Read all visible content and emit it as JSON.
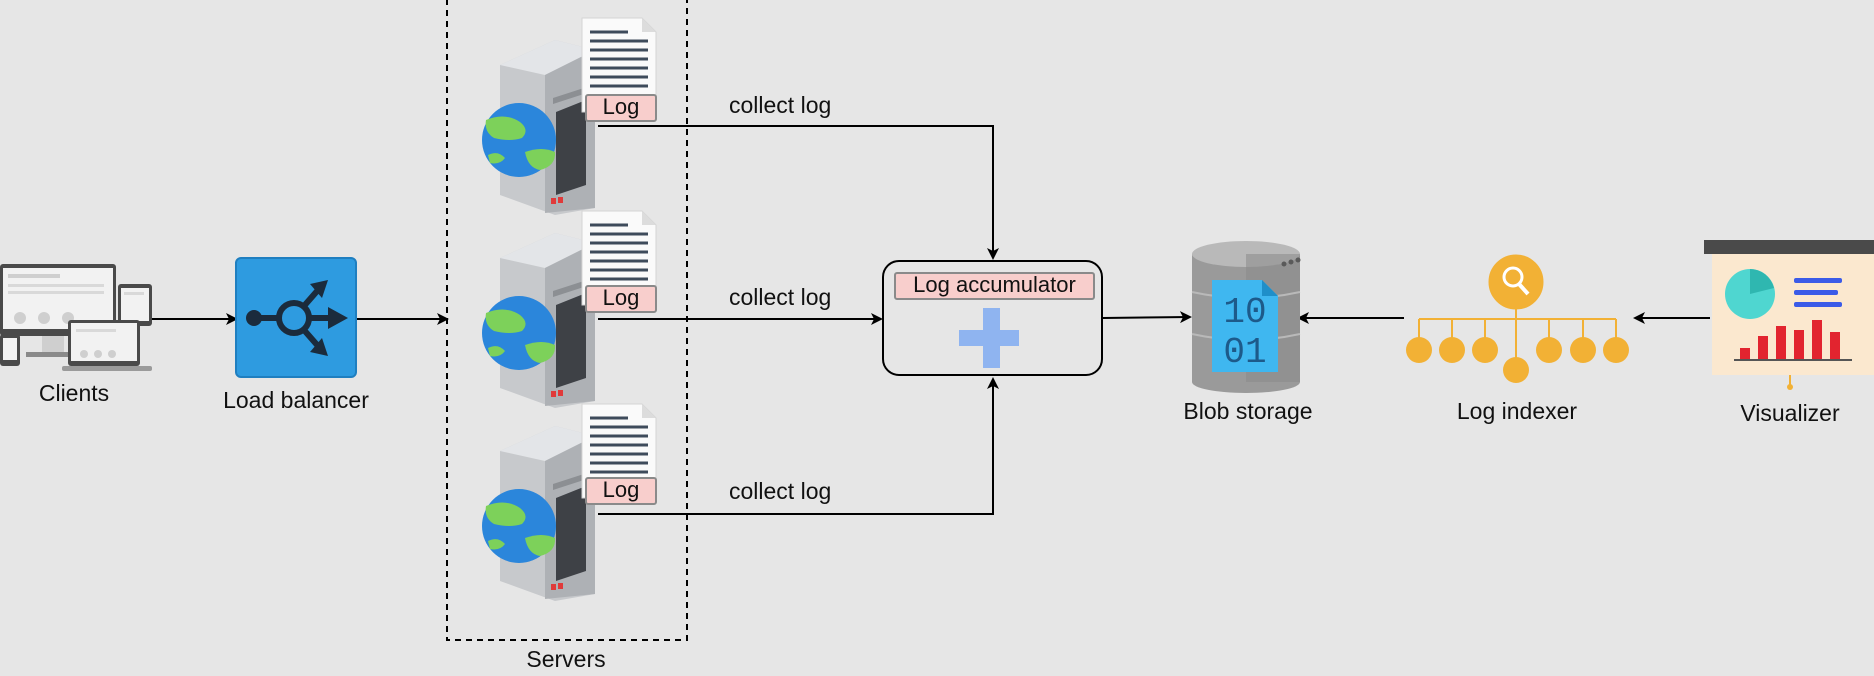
{
  "nodes": {
    "clients": "Clients",
    "load_balancer": "Load balancer",
    "servers_group": "Servers",
    "log_tag": "Log",
    "log_accumulator": "Log accumulator",
    "blob_storage": "Blob storage",
    "log_indexer": "Log indexer",
    "visualizer": "Visualizer"
  },
  "edges": {
    "collect_log": "collect log"
  },
  "storage_digits": {
    "row1": "10",
    "row2": "01"
  },
  "colors": {
    "background": "#e6e6e6",
    "load_balancer": "#2e9be0",
    "log_tag_fill": "#f8cecc",
    "accumulator_plus": "#8fb4f0",
    "indexer": "#f2b135",
    "storage_body": "#9a9a9a",
    "storage_file": "#3fb7f0",
    "visualizer_board": "#fbe8cf",
    "visualizer_bars": "#e2242f",
    "globe_blue": "#2b86db",
    "globe_green": "#7dd15a"
  }
}
